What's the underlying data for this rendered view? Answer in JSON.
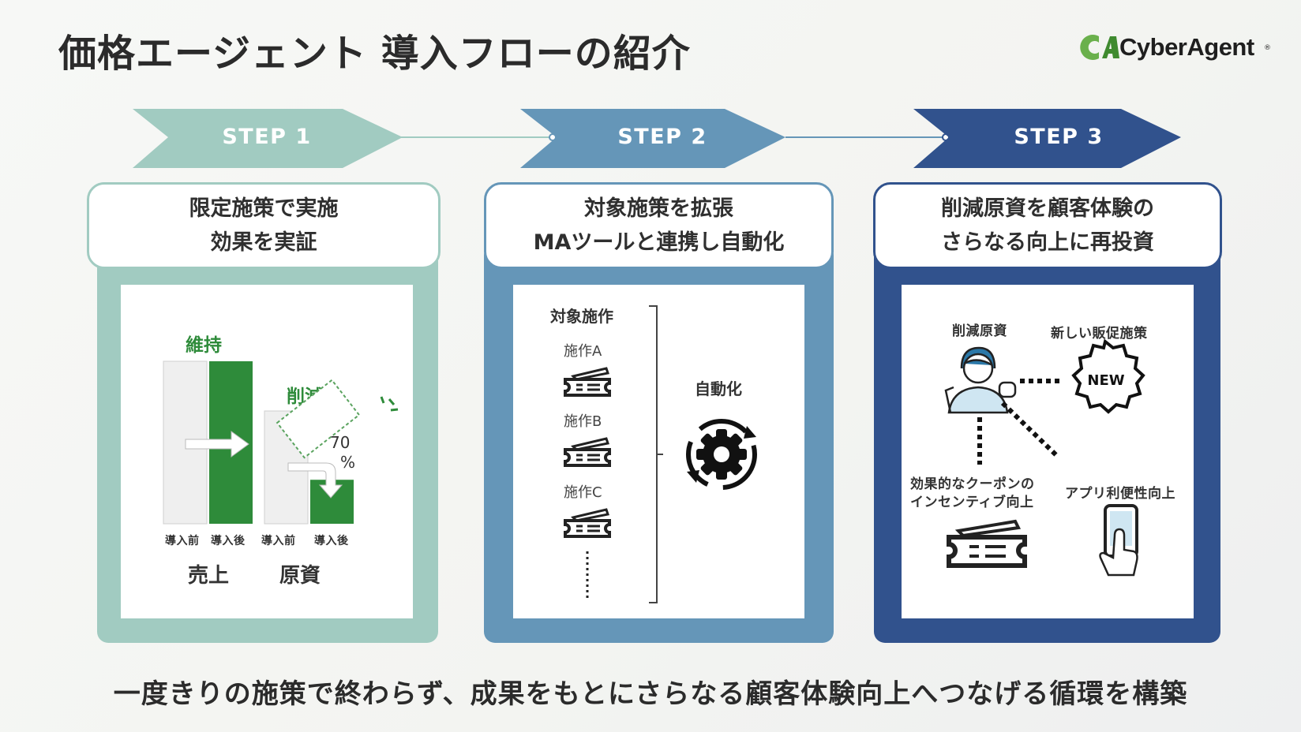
{
  "title": "価格エージェント 導入フローの紹介",
  "logo": {
    "text": "CyberAgent",
    "reg": "®",
    "colors": {
      "mark_green": "#6ab04c",
      "mark_dark": "#3f8a2f"
    }
  },
  "steps": [
    {
      "label": "STEP 1",
      "color": "#a1cbc1",
      "heading": "限定施策で実施\n効果を実証"
    },
    {
      "label": "STEP 2",
      "color": "#6596b8",
      "heading": "対象施策を拡張\nMAツールと連携し自動化"
    },
    {
      "label": "STEP 3",
      "color": "#31528d",
      "heading": "削減原資を顧客体験の\nさらなる向上に再投資"
    }
  ],
  "step1": {
    "maintain": "維持",
    "reduce": "削減",
    "percent_line1": "70",
    "percent_line2": "%",
    "before1": "導入前",
    "after1": "導入後",
    "before2": "導入前",
    "after2": "導入後",
    "sales": "売上",
    "cost": "原資",
    "cost_ratio_after": 0.39
  },
  "step2": {
    "target": "対象施作",
    "items": [
      "施作A",
      "施作B",
      "施作C"
    ],
    "automation": "自動化",
    "icons": [
      "ticket-icon",
      "gear-cycle-icon"
    ]
  },
  "step3": {
    "reduced_fund": "削減原資",
    "new_promo": "新しい販促施策",
    "new_badge": "NEW",
    "coupon_line1": "効果的なクーポンの",
    "coupon_line2": "インセンティブ向上",
    "app": "アプリ利便性向上",
    "icons": [
      "person-wallet-icon",
      "new-badge-icon",
      "ticket-icon",
      "smartphone-tap-icon"
    ]
  },
  "footer": "一度きりの施策で終わらず、成果をもとにさらなる顧客体験向上へつなげる循環を構築"
}
